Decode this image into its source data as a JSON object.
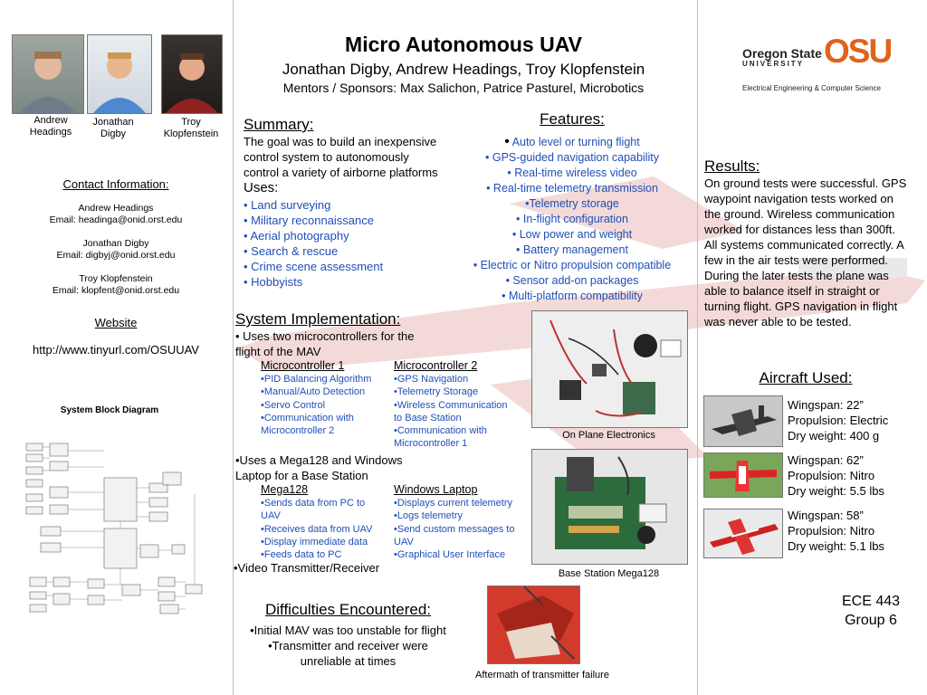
{
  "header": {
    "title": "Micro Autonomous UAV",
    "authors": "Jonathan Digby, Andrew Headings, Troy Klopfenstein",
    "mentors": "Mentors / Sponsors: Max Salichon, Patrice Pasturel, Microbotics"
  },
  "logo": {
    "name_top": "Oregon State",
    "name_bottom": "UNIVERSITY",
    "mark": "OSU",
    "dept": "Electrical Engineering & Computer Science"
  },
  "people": [
    {
      "first": "Andrew",
      "last": "Headings"
    },
    {
      "first": "Jonathan",
      "last": "Digby"
    },
    {
      "first": "Troy",
      "last": "Klopfenstein"
    }
  ],
  "contact": {
    "heading": "Contact Information:",
    "entries": [
      {
        "name": "Andrew Headings",
        "email": "Email: headinga@onid.orst.edu"
      },
      {
        "name": "Jonathan Digby",
        "email": "Email: digbyj@onid.orst.edu"
      },
      {
        "name": "Troy Klopfenstein",
        "email": "Email: klopfent@onid.orst.edu"
      }
    ]
  },
  "website": {
    "heading": "Website",
    "url": "http://www.tinyurl.com/OSUUAV"
  },
  "block_diagram": {
    "title": "System Block Diagram"
  },
  "summary": {
    "heading": "Summary:",
    "text_lines": [
      "The goal was to build an inexpensive",
      "control system to autonomously",
      "control a variety of airborne platforms"
    ],
    "uses_heading": "Uses:",
    "uses": [
      "• Land surveying",
      "• Military reconnaissance",
      "• Aerial photography",
      "• Search & rescue",
      "• Crime scene assessment",
      "• Hobbyists"
    ]
  },
  "features": {
    "heading": "Features:",
    "first_bullet": "•",
    "first_text": " Auto level or turning flight",
    "items": [
      "• GPS-guided navigation capability",
      "• Real-time wireless video",
      "• Real-time telemetry transmission",
      "•Telemetry storage",
      "• In-flight configuration",
      "• Low power and weight",
      "• Battery management",
      "• Electric or Nitro propulsion compatible",
      "• Sensor add-on packages",
      "• Multi-platform compatibility"
    ]
  },
  "system": {
    "heading": "System Implementation:",
    "intro_lines": [
      "• Uses two microcontrollers for the",
      "flight  of the MAV"
    ],
    "mc1": {
      "title": "Microcontroller 1",
      "items": [
        "•PID Balancing Algorithm",
        "•Manual/Auto Detection",
        "•Servo Control",
        "•Communication with",
        "Microcontroller 2"
      ]
    },
    "mc2": {
      "title": "Microcontroller 2",
      "items": [
        "•GPS Navigation",
        "•Telemetry Storage",
        "•Wireless Communication",
        "to Base Station",
        "•Communication with",
        "Microcontroller 1"
      ]
    },
    "base_lines": [
      "•Uses a Mega128 and Windows",
      "Laptop for a Base Station"
    ],
    "mega": {
      "title": "Mega128",
      "items": [
        "•Sends data from PC to",
        "UAV",
        "•Receives data from UAV",
        "•Display immediate data",
        "•Feeds data to PC"
      ]
    },
    "laptop": {
      "title": "Windows Laptop",
      "items": [
        "•Displays current telemetry",
        "•Logs telemetry",
        "•Send custom messages to",
        "UAV",
        "•Graphical User Interface"
      ]
    },
    "video": "•Video Transmitter/Receiver"
  },
  "difficulties": {
    "heading": "Difficulties Encountered:",
    "lines": [
      "•Initial MAV was too unstable for flight",
      "•Transmitter and receiver were",
      "unreliable at times"
    ]
  },
  "captions": {
    "on_plane": "On Plane Electronics",
    "base_station": "Base Station Mega128",
    "aftermath": "Aftermath of transmitter failure"
  },
  "results": {
    "heading": "Results:",
    "lines": [
      "On ground tests were successful. GPS",
      "waypoint navigation tests worked on",
      "the ground. Wireless communication",
      "worked for distances less than 300ft.",
      "All systems communicated correctly. A",
      "few in the air tests were performed.",
      "During the later tests the plane was",
      "able to balance itself in straight or",
      "turning flight. GPS navigation in flight",
      "was never able to be tested."
    ]
  },
  "aircraft": {
    "heading": "Aircraft Used:",
    "list": [
      {
        "wingspan": "Wingspan: 22”",
        "propulsion": "Propulsion: Electric",
        "weight": "Dry weight: 400 g"
      },
      {
        "wingspan": "Wingspan: 62”",
        "propulsion": " Propulsion: Nitro",
        "weight": "Dry weight: 5.5 lbs"
      },
      {
        "wingspan": "Wingspan: 58”",
        "propulsion": "Propulsion: Nitro",
        "weight": "Dry weight: 5.1 lbs"
      }
    ]
  },
  "course": {
    "name": "ECE 443",
    "group": "Group 6"
  },
  "colors": {
    "osu_orange": "#e0631a",
    "text_blue": "#1f4fb8"
  }
}
